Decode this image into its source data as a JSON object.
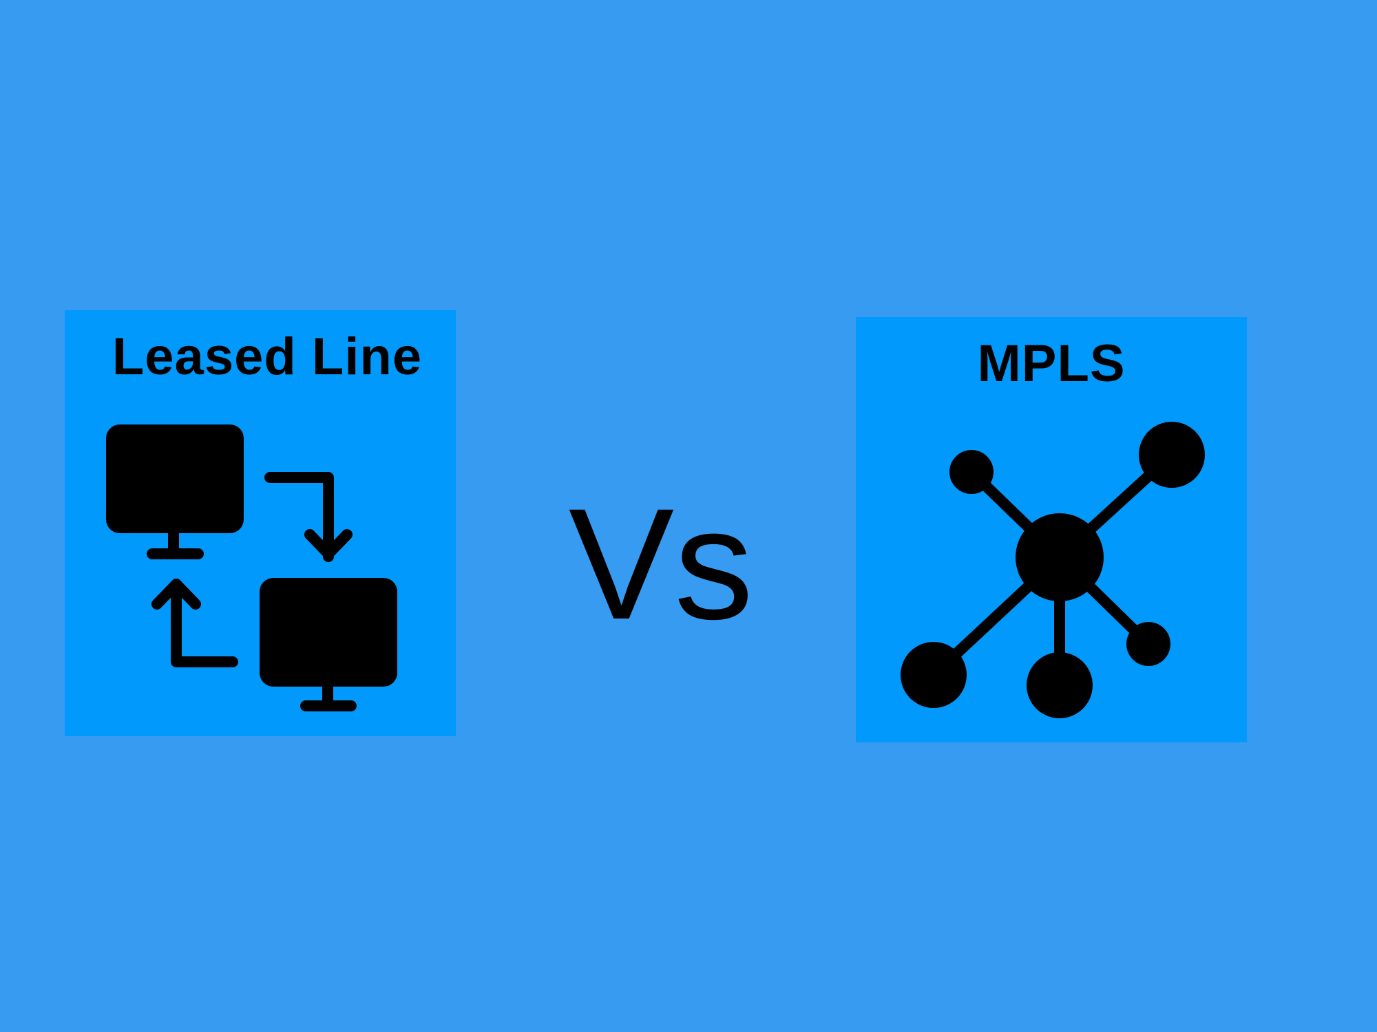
{
  "colors": {
    "background": "#379bf2",
    "panel": "#0199fb",
    "ink": "#000000"
  },
  "left_panel": {
    "title": "Leased Line",
    "icon": "two-computers-exchange-icon"
  },
  "divider": {
    "label": "Vs"
  },
  "right_panel": {
    "title": "MPLS",
    "icon": "network-hub-icon"
  }
}
